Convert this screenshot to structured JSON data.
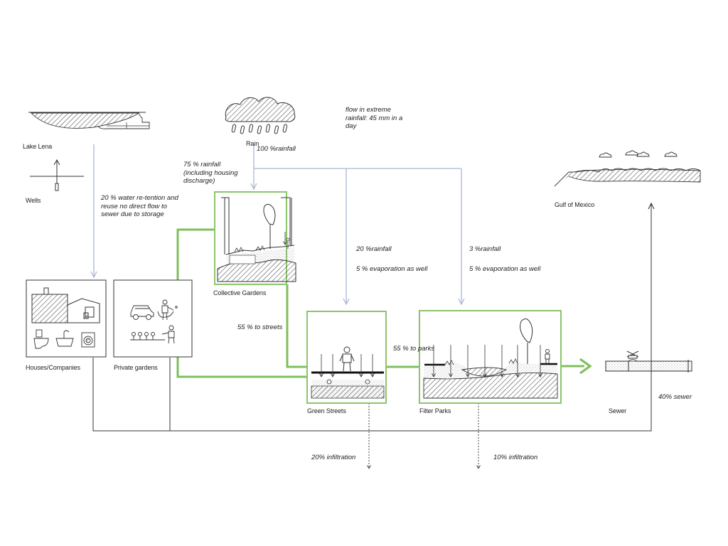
{
  "nodes": {
    "lake_lena": "Lake Lena",
    "wells": "Wells",
    "rain": "Rain",
    "gulf": "Gulf of Mexico",
    "houses": "Houses/Companies",
    "private_gardens": "Private gardens",
    "collective_gardens": "Collective Gardens",
    "green_streets": "Green Streets",
    "filter_parks": "Filter Parks",
    "sewer": "Sewer"
  },
  "flows": {
    "extreme_rainfall": [
      "flow in extreme",
      "rainfall: 45 mm in a",
      "day"
    ],
    "rain_total": "100 %rainfall",
    "to_gardens": [
      "75 % rainfall",
      "(including housing",
      "discharge)"
    ],
    "retention": [
      "20 % water re-tention and",
      "reuse no direct flow to",
      "sewer due to storage"
    ],
    "to_streets": "55 % to streets",
    "streets_rain": "20 %rainfall",
    "streets_evap": "5 % evaporation as well",
    "parks_rain": "3 %rainfall",
    "parks_evap": "5 % evaporation as well",
    "to_parks": "55 % to parks",
    "sewer_share": "40% sewer",
    "streets_infiltration": "20% infiltration",
    "parks_infiltration": "10% infiltration"
  },
  "colors": {
    "green": "#7fbf5e",
    "blue": "#a9b8d4",
    "line": "#333333",
    "hatch": "#555555"
  },
  "icons": [
    "lake-icon",
    "well-icon",
    "rain-cloud-icon",
    "sea-icon",
    "house-icon",
    "toilet-icon",
    "bathtub-icon",
    "washing-machine-icon",
    "car-icon",
    "gardener-icon",
    "plants-icon",
    "person-icon",
    "tree-icon",
    "sewer-pipe-icon"
  ]
}
